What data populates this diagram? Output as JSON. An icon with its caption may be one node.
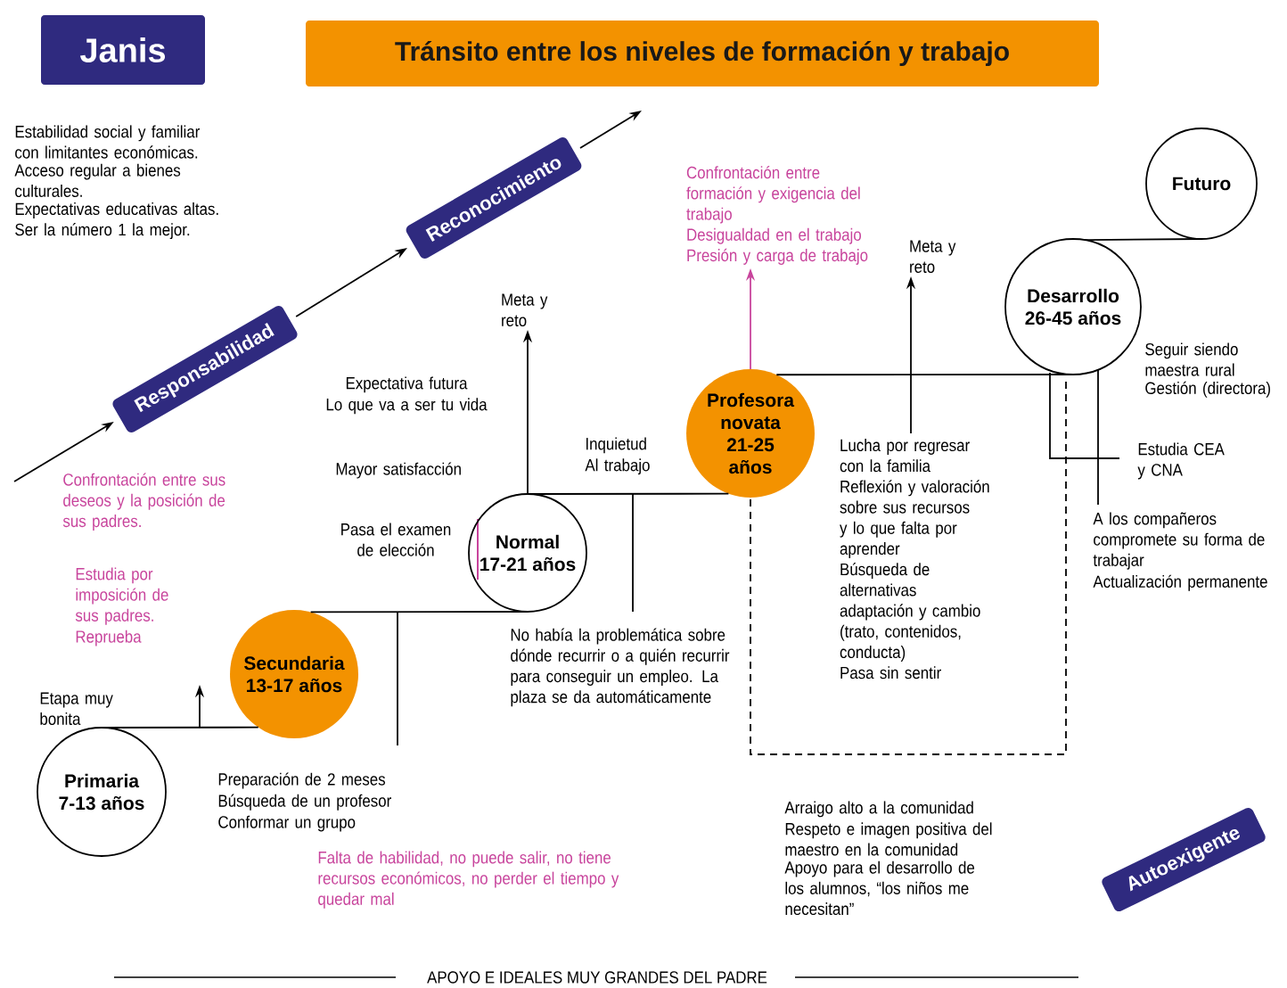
{
  "diagram": {
    "nodes": [
      {
        "text": [
          "Janis"
        ]
      },
      {
        "text": [
          "Tránsito entre los niveles de formación y trabajo"
        ]
      },
      {
        "text": [
          "Responsabilidad"
        ]
      },
      {
        "text": [
          "Reconocimiento"
        ]
      },
      {
        "text": [
          "Autoexigente"
        ]
      },
      {
        "text": [
          "Primaria",
          "7-13 años"
        ]
      },
      {
        "text": [
          "Secundaria",
          "13-17 años"
        ]
      },
      {
        "text": [
          "Normal",
          "17-21 años"
        ]
      },
      {
        "text": [
          "Profesora novata 21-25 años"
        ]
      },
      {
        "text": [
          "Desarrollo",
          "26-45 años"
        ]
      },
      {
        "text": [
          "Futuro"
        ]
      },
      {
        "text": [
          "Meta y reto"
        ]
      },
      {
        "text": [
          "Confrontación entre formación y exigencia del trabajo",
          "Desigualdad en el trabajo",
          "Presión y carga de trabajo"
        ]
      },
      {
        "text": [
          "Meta y reto"
        ]
      },
      {
        "text": [
          "Lucha por regresar con la familia",
          "Reflexión y valoración sobre sus recursos y lo que falta por aprender",
          "Búsqueda de alternativas",
          "adaptación y cambio (trato, contenidos, conducta)",
          "Pasa sin sentir"
        ]
      }
    ],
    "edges": [
      {
        "from": null,
        "to": 2,
        "arrow": "to"
      },
      {
        "from": 2,
        "to": 3,
        "arrow": "to"
      },
      {
        "from": 3,
        "to": null,
        "arrow": "to"
      },
      {
        "from": 5,
        "to": 6,
        "arrow": "none"
      },
      {
        "from": 6,
        "to": 7,
        "arrow": "none"
      },
      {
        "from": 7,
        "to": 8,
        "arrow": "none"
      },
      {
        "from": 8,
        "to": 9,
        "arrow": "none"
      },
      {
        "from": 9,
        "to": 10,
        "arrow": "none"
      },
      {
        "from": 7,
        "to": 11,
        "arrow": "to"
      },
      {
        "from": 8,
        "to": 12,
        "arrow": "to",
        "color": "#c8449c"
      },
      {
        "from": 14,
        "to": 13,
        "arrow": "to"
      }
    ],
    "labels": [
      "Estabilidad social y familiar con limitantes económicas.",
      "Acceso regular a bienes culturales.",
      "Expectativas educativas altas. Ser la número 1 la mejor.",
      "Confrontación entre sus deseos y la posición de sus padres.",
      "Estudia por imposición de sus padres.",
      "Reprueba",
      "Etapa muy bonita",
      "Expectativa futura",
      "Lo que va a ser tu vida",
      "Mayor satisfacción",
      "Inquietud",
      "Al trabajo",
      "Pasa el examen de elección",
      "No había la problemática sobre dónde recurrir o a quién recurrir para conseguir un empleo. La plaza se da automáticamente",
      "Preparación de 2 meses",
      "Búsqueda de un profesor",
      "Conformar un grupo",
      "Falta de habilidad, no puede salir, no tiene recursos económicos, no perder el tiempo y quedar mal",
      "Seguir siendo maestra rural",
      "Gestión (directora)",
      "Estudia CEA y CNA",
      "A los compañeros compromete su forma de trabajar",
      "Actualización permanente",
      "Arraigo alto a la comunidad",
      "Respeto e imagen positiva del maestro en la comunidad",
      "Apoyo para el desarrollo de los alumnos, “los niños me necesitan”",
      "APOYO E IDEALES MUY GRANDES DEL PADRE"
    ]
  }
}
